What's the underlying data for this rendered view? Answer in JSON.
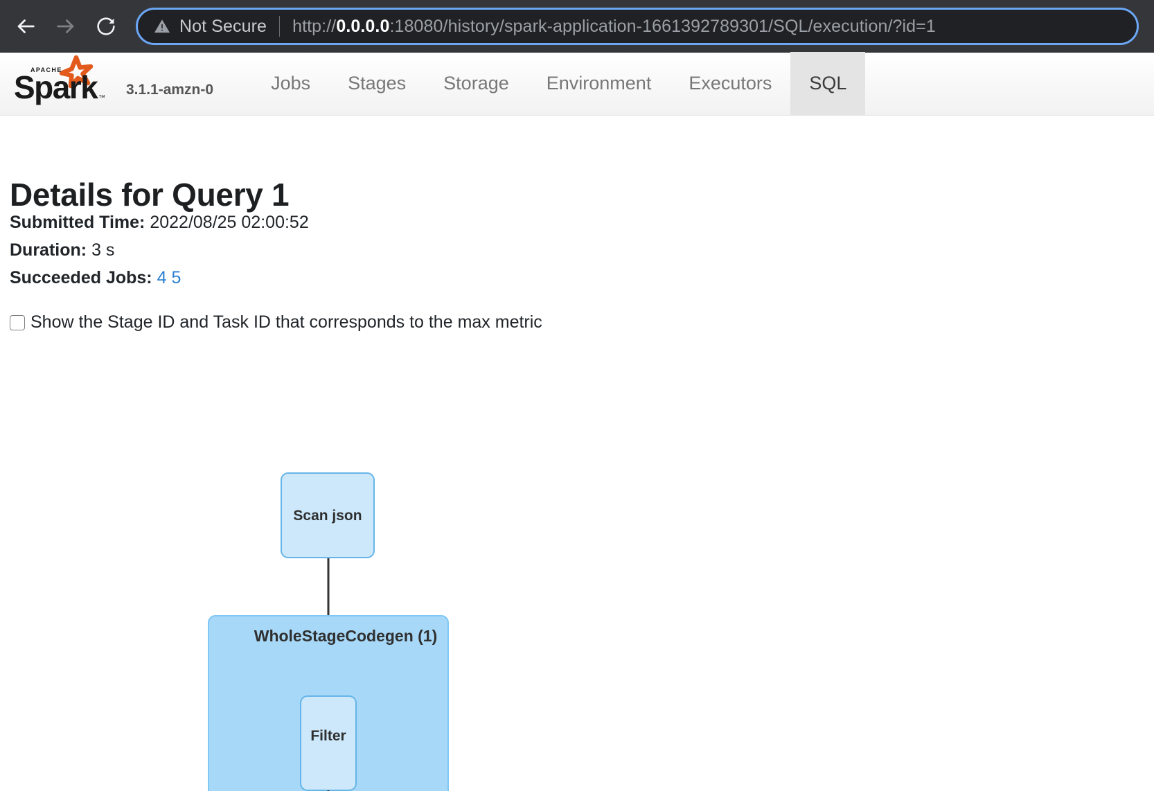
{
  "browser": {
    "back_icon": "arrow-left-icon",
    "forward_icon": "arrow-right-icon",
    "reload_icon": "reload-icon",
    "warning_icon": "warning-triangle-icon",
    "security_label": "Not Secure",
    "url_scheme": "http://",
    "url_host": "0.0.0.0",
    "url_rest": ":18080/history/spark-application-1661392789301/SQL/execution/?id=1",
    "url_full": "http://0.0.0.0:18080/history/spark-application-1661392789301/SQL/execution/?id=1",
    "focus_ring_color": "#6ba7f5"
  },
  "navbar": {
    "brand": "Apache Spark",
    "version": "3.1.1-amzn-0",
    "logo_star_color": "#e25a1c",
    "tabs": [
      {
        "label": "Jobs",
        "active": false
      },
      {
        "label": "Stages",
        "active": false
      },
      {
        "label": "Storage",
        "active": false
      },
      {
        "label": "Environment",
        "active": false
      },
      {
        "label": "Executors",
        "active": false
      },
      {
        "label": "SQL",
        "active": true
      }
    ]
  },
  "page": {
    "title": "Details for Query 1",
    "submitted_time_label": "Submitted Time:",
    "submitted_time_value": "2022/08/25 02:00:52",
    "duration_label": "Duration:",
    "duration_value": "3 s",
    "succeeded_jobs_label": "Succeeded Jobs:",
    "succeeded_jobs": [
      "4",
      "5"
    ],
    "link_color": "#2a7fd4",
    "metric_checkbox_label": "Show the Stage ID and Task ID that corresponds to the max metric",
    "metric_checkbox_checked": false
  },
  "dag": {
    "node_fill": "#cce8fa",
    "node_stroke": "#66b5e8",
    "cluster_fill": "#a7d8f8",
    "cluster_stroke": "#7ec8f4",
    "edge_color": "#333333",
    "nodes": [
      {
        "id": "scan-json",
        "label": "Scan json"
      },
      {
        "id": "filter",
        "label": "Filter"
      }
    ],
    "clusters": [
      {
        "id": "wholestagecodegen-1",
        "label": "WholeStageCodegen (1)"
      }
    ],
    "edges": [
      {
        "from": "scan-json",
        "to": "filter"
      },
      {
        "from": "filter",
        "to": "below"
      }
    ]
  }
}
